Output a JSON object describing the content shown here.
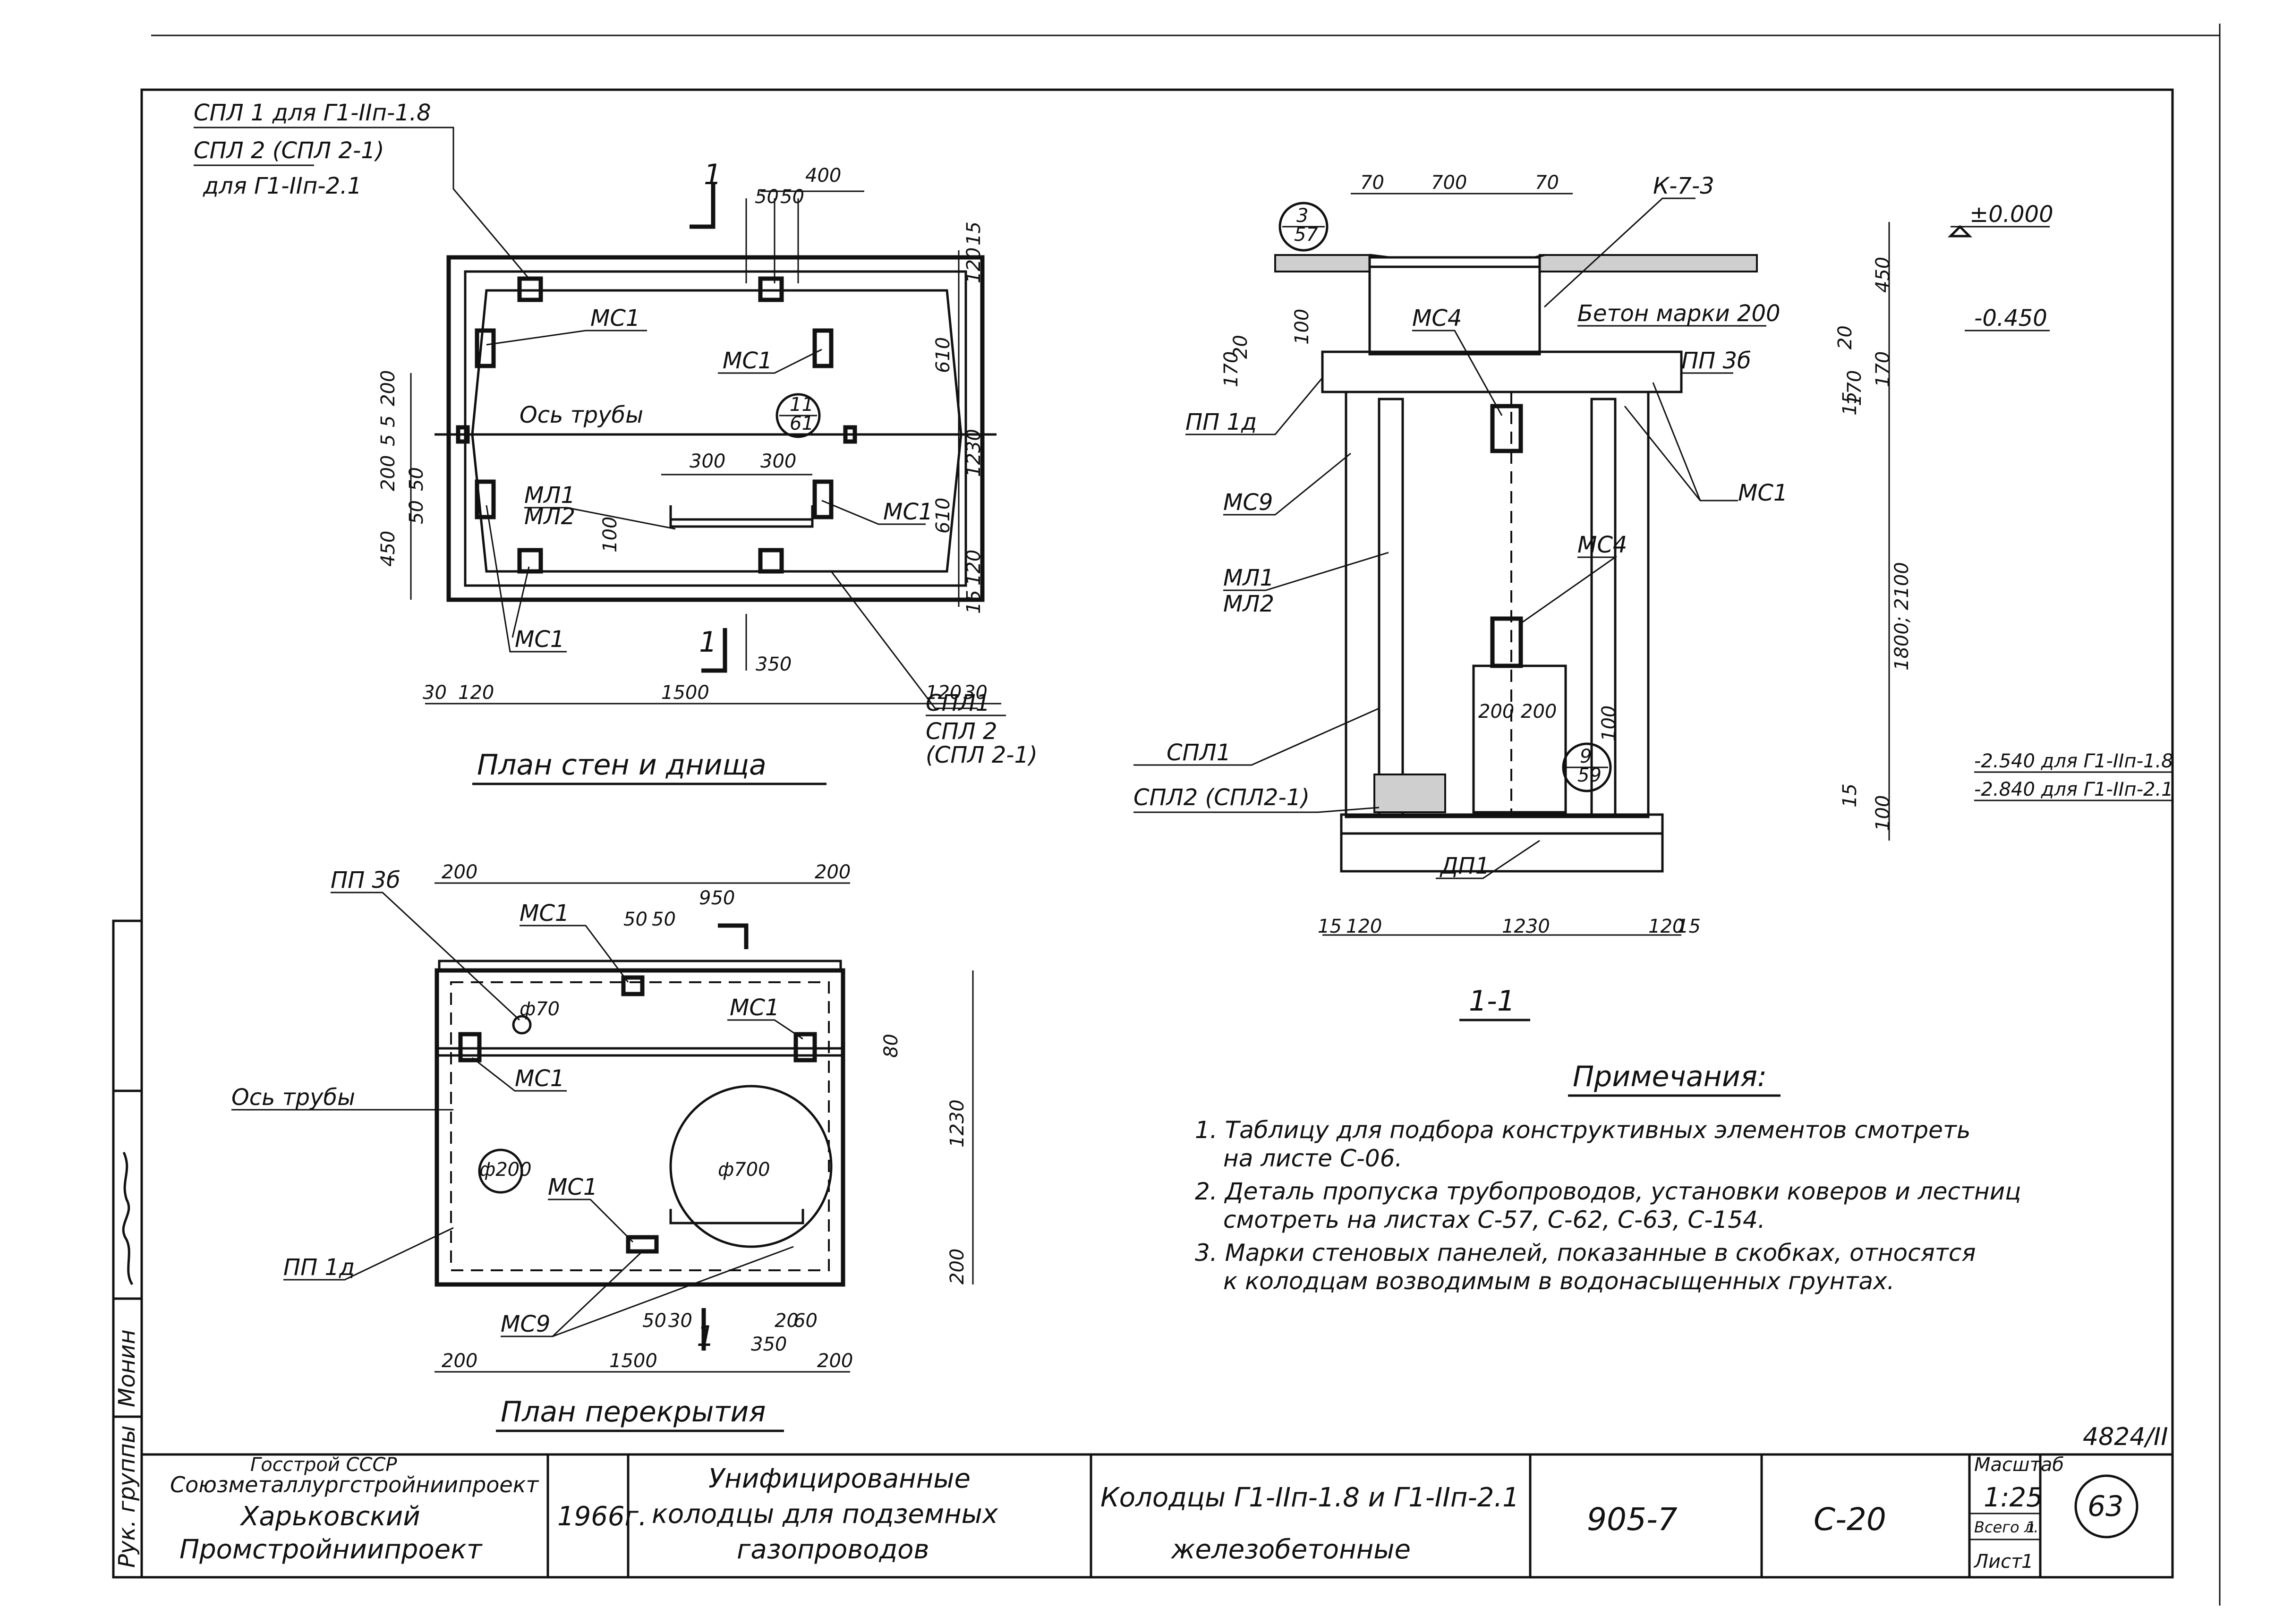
{
  "drawing": {
    "plan_walls": {
      "title": "План стен и днища",
      "callouts": {
        "spl1_for": "СПЛ 1 для Г1-ІІп-1.8",
        "spl2_a": "СПЛ 2 (СПЛ 2-1)",
        "spl2_b": "для Г1-ІІп-2.1",
        "mc1": "МС1",
        "axis": "Ось трубы",
        "ml1": "МЛ1",
        "ml2": "МЛ2",
        "spl1": "СПЛ1",
        "spl2": "СПЛ 2",
        "spl21": "(СПЛ 2-1)",
        "section_mark": "1",
        "node_top": "11",
        "node_bottom": "61"
      },
      "dims": [
        "400",
        "50",
        "50",
        "15",
        "120",
        "610",
        "1230",
        "610",
        "120",
        "15",
        "200",
        "5",
        "5",
        "200",
        "50",
        "50",
        "450",
        "300",
        "300",
        "100",
        "350",
        "30",
        "120",
        "1500",
        "120",
        "30"
      ]
    },
    "plan_cover": {
      "title": "План перекрытия",
      "callouts": {
        "pp3b": "ПП 3б",
        "mc1": "МС1",
        "phi70": "ф70",
        "axis": "Ось трубы",
        "phi200": "ф200",
        "phi700": "ф700",
        "pp1d": "ПП 1д",
        "mc9": "МС9",
        "section_mark": "1"
      },
      "dims": [
        "200",
        "50",
        "50",
        "950",
        "200",
        "80",
        "1230",
        "200",
        "50",
        "30",
        "350",
        "60",
        "20",
        "200",
        "1500",
        "200"
      ]
    },
    "section": {
      "title": "1-1",
      "callouts": {
        "node_top": "3",
        "node_bottom": "57",
        "k73": "К-7-3",
        "mc4": "МС4",
        "concrete": "Бетон марки 200",
        "pp3b": "ПП 3б",
        "pp1d": "ПП 1д",
        "mc9": "МС9",
        "mc1": "МС1",
        "ml1": "МЛ1",
        "ml2": "МЛ2",
        "spl1": "СПЛ1",
        "spl2": "СПЛ2 (СПЛ2-1)",
        "node2_top": "9",
        "node2_bottom": "59",
        "dp1": "ДП1"
      },
      "levels": {
        "l0": "±0.000",
        "l1": "-0.450",
        "l2": "-2.540 для Г1-ІІп-1.8",
        "l3": "-2.840 для Г1-ІІп-2.1"
      },
      "dims": [
        "70",
        "700",
        "70",
        "450",
        "170",
        "20",
        "170",
        "20",
        "100",
        "170",
        "15",
        "1800; 2100",
        "200",
        "200",
        "100",
        "100",
        "15",
        "120",
        "1230",
        "120",
        "15"
      ]
    }
  },
  "notes": {
    "heading": "Примечания:",
    "items": [
      "1. Таблицу для подбора конструктивных элементов смотреть",
      "на листе С-06.",
      "2. Деталь пропуска трубопроводов, установки коверов и лестниц",
      "смотреть на листах С-57, С-62, С-63, С-154.",
      "3. Марки стеновых панелей, показанные в скобках, относятся",
      "к колодцам возводимым в водонасыщенных грунтах."
    ]
  },
  "side_stamp": {
    "group_head": "Рук. группы",
    "surname": "Монин",
    "signature": "подпись"
  },
  "title_block": {
    "org_line1": "Госстрой СССР",
    "org_line2": "Союзметаллургстройниипроект",
    "org_line3": "Харьковский",
    "org_line4": "Промстройниипроект",
    "year": "1966г.",
    "title_line1": "Унифицированные",
    "title_line2": "колодцы для подземных",
    "title_line3": "газопроводов",
    "subject_line1": "Колодцы Г1-ІІп-1.8 и Г1-ІІп-2.1",
    "subject_line2": "железобетонные",
    "series": "905-7",
    "sheet_code": "С-20",
    "scale_label": "Масштаб",
    "scale_value": "1:25",
    "total_label": "Всего л.",
    "total_value": "1",
    "sheet_label": "Лист",
    "sheet_value": "1",
    "page_number": "63",
    "inventory": "4824/ІІ"
  }
}
